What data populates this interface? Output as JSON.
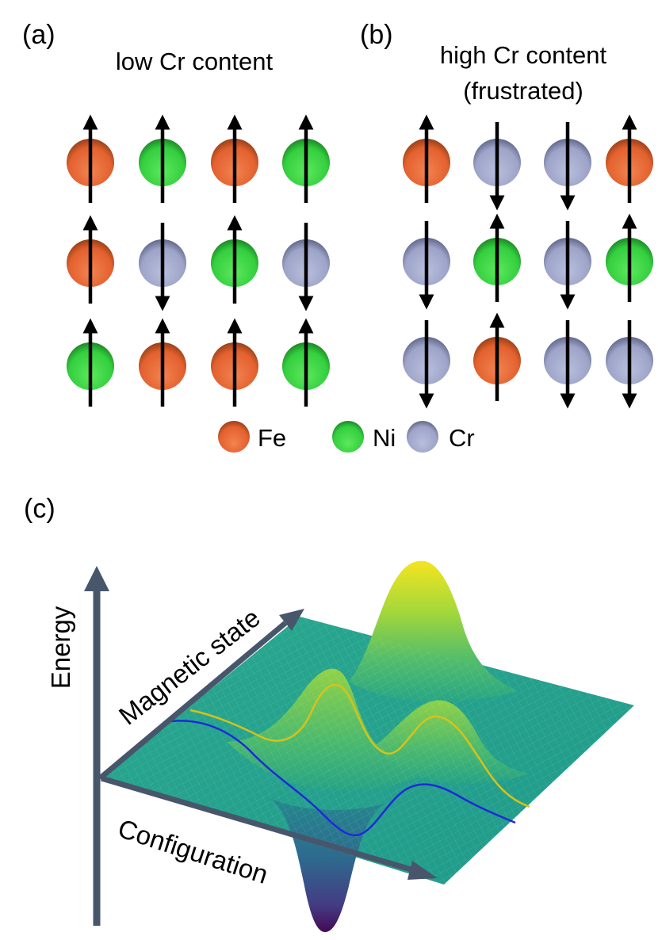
{
  "panel_a": {
    "label": "(a)",
    "title": "low Cr content",
    "grid": [
      [
        {
          "el": "Fe",
          "spin": "up"
        },
        {
          "el": "Ni",
          "spin": "up"
        },
        {
          "el": "Fe",
          "spin": "up"
        },
        {
          "el": "Ni",
          "spin": "up"
        }
      ],
      [
        {
          "el": "Fe",
          "spin": "up"
        },
        {
          "el": "Cr",
          "spin": "down"
        },
        {
          "el": "Ni",
          "spin": "up"
        },
        {
          "el": "Cr",
          "spin": "down"
        }
      ],
      [
        {
          "el": "Ni",
          "spin": "up"
        },
        {
          "el": "Fe",
          "spin": "up"
        },
        {
          "el": "Fe",
          "spin": "up"
        },
        {
          "el": "Ni",
          "spin": "up"
        }
      ]
    ]
  },
  "panel_b": {
    "label": "(b)",
    "title_line1": "high Cr content",
    "title_line2": "(frustrated)",
    "grid": [
      [
        {
          "el": "Fe",
          "spin": "up"
        },
        {
          "el": "Cr",
          "spin": "down"
        },
        {
          "el": "Cr",
          "spin": "down"
        },
        {
          "el": "Fe",
          "spin": "up"
        }
      ],
      [
        {
          "el": "Cr",
          "spin": "down"
        },
        {
          "el": "Ni",
          "spin": "up"
        },
        {
          "el": "Cr",
          "spin": "down"
        },
        {
          "el": "Ni",
          "spin": "up"
        }
      ],
      [
        {
          "el": "Cr",
          "spin": "down"
        },
        {
          "el": "Fe",
          "spin": "up"
        },
        {
          "el": "Cr",
          "spin": "down"
        },
        {
          "el": "Cr",
          "spin": "down"
        }
      ]
    ]
  },
  "legend": [
    {
      "el": "Fe",
      "label": "Fe"
    },
    {
      "el": "Ni",
      "label": "Ni"
    },
    {
      "el": "Cr",
      "label": "Cr"
    }
  ],
  "colors": {
    "Fe": "#e8663a",
    "Ni": "#3fd34a",
    "Cr": "#a4aace",
    "axis": "#48566b",
    "yellow_curve": "#d6c21a",
    "blue_curve": "#1f2ad9"
  },
  "panel_c": {
    "label": "(c)",
    "y_axis_label": "Energy",
    "depth_axis_label": "Magnetic state",
    "x_axis_label": "Configuration"
  }
}
